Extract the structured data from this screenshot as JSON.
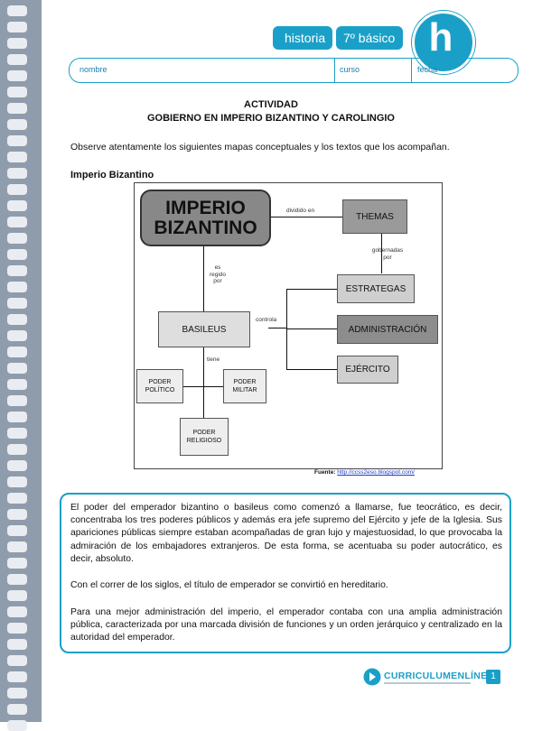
{
  "header": {
    "subject": "historia",
    "grade": "7º básico",
    "logo_letter": "h",
    "fields": [
      "nombre",
      "curso",
      "fecha"
    ]
  },
  "activity": {
    "title": "ACTIVIDAD",
    "subtitle": "GOBIERNO EN IMPERIO BIZANTINO Y CAROLINGIO",
    "instruction": "Observe atentamente los siguientes mapas conceptuales y los textos que los acompañan.",
    "section_label": "Imperio Bizantino"
  },
  "diagram": {
    "main": "IMPERIO BIZANTINO",
    "themas": "THEMAS",
    "estrategas": "ESTRATEGAS",
    "administracion": "ADMINISTRACIÓN",
    "ejercito": "EJÉRCITO",
    "basileus": "BASILEUS",
    "poder_politico": "PODER POLÍTICO",
    "poder_militar": "PODER MILITAR",
    "poder_religioso": "PODER RELIGIOSO",
    "label_dividido": "dividido en",
    "label_gobernadas": "gobernadas por",
    "label_regido": "es regido por",
    "label_controla": "controla",
    "label_tiene": "tiene",
    "source_label": "Fuente:",
    "source_url": "http://ccss2eso.blogspot.com/"
  },
  "text_box": {
    "p1": "El poder del emperador bizantino o basileus como comenzó a llamarse, fue teocrático, es decir, concentraba los tres poderes públicos y además era jefe supremo del Ejército y jefe de la Iglesia. Sus apariciones públicas siempre estaban acompañadas de gran lujo y majestuosidad, lo que provocaba la admiración de los embajadores extranjeros. De esta forma, se acentuaba su poder autocrático, es decir, absoluto.",
    "p2": "Con el correr de los siglos, el título de emperador se convirtió en hereditario.",
    "p3": "Para una mejor administración del imperio, el emperador contaba con una amplia administración pública, caracterizada por una marcada división de funciones y un orden jerárquico y centralizado en la autoridad del emperador."
  },
  "footer": {
    "brand": "CURRICULUMENLÍNEA",
    "page_number": "1"
  },
  "colors": {
    "accent": "#1aa0c8",
    "binding": "#8f9cab"
  }
}
